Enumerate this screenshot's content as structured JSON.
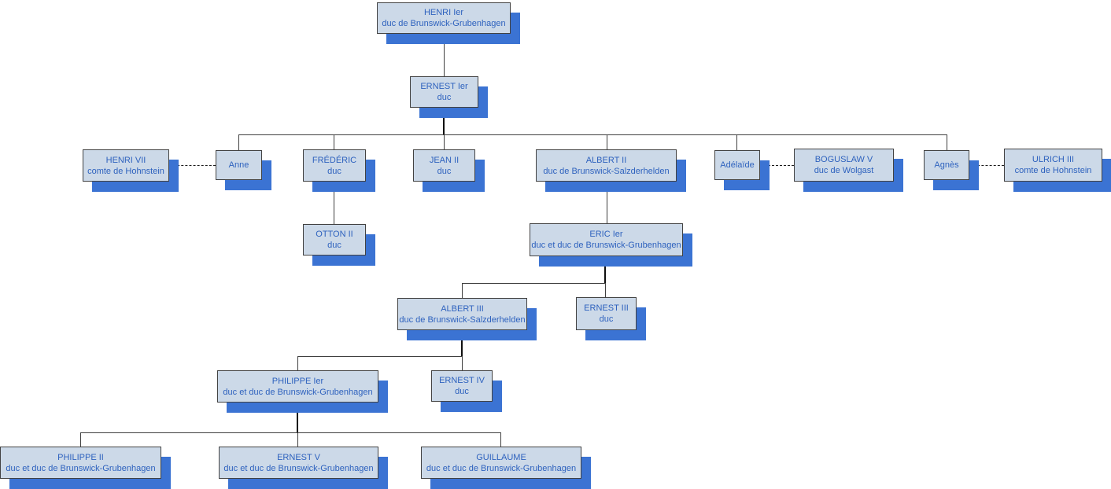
{
  "diagram": {
    "type": "family-tree",
    "subject": "Ducs de Brunswick-Grubenhagen",
    "colors": {
      "node_fill": "#ccd9e8",
      "node_border": "#424242",
      "node_shadow": "#3b73d3",
      "text": "#2e62be",
      "connector": "#3f3f3f",
      "background": "#ffffff"
    },
    "nodes": [
      {
        "name": "HENRI Ier",
        "title": "duc de Brunswick-Grubenhagen"
      },
      {
        "name": "ERNEST Ier",
        "title": "duc"
      },
      {
        "name": "HENRI VII",
        "title": "comte de Hohnstein"
      },
      {
        "name": "Anne",
        "title": ""
      },
      {
        "name": "FRÉDÉRIC",
        "title": "duc"
      },
      {
        "name": "JEAN II",
        "title": "duc"
      },
      {
        "name": "ALBERT II",
        "title": "duc de Brunswick-Salzderhelden"
      },
      {
        "name": "Adélaïde",
        "title": ""
      },
      {
        "name": "BOGUSLAW V",
        "title": "duc de Wolgast"
      },
      {
        "name": "Agnès",
        "title": ""
      },
      {
        "name": "ULRICH III",
        "title": "comte de Hohnstein"
      },
      {
        "name": "OTTON II",
        "title": "duc"
      },
      {
        "name": "ERIC Ier",
        "title": "duc et duc de Brunswick-Grubenhagen"
      },
      {
        "name": "ALBERT III",
        "title": "duc de Brunswick-Salzderhelden"
      },
      {
        "name": "ERNEST III",
        "title": "duc"
      },
      {
        "name": "PHILIPPE Ier",
        "title": "duc et duc de Brunswick-Grubenhagen"
      },
      {
        "name": "ERNEST IV",
        "title": "duc"
      },
      {
        "name": "PHILIPPE II",
        "title": "duc et duc de Brunswick-Grubenhagen"
      },
      {
        "name": "ERNEST V",
        "title": "duc et duc de Brunswick-Grubenhagen"
      },
      {
        "name": "GUILLAUME",
        "title": "duc et duc de Brunswick-Grubenhagen"
      }
    ],
    "relations": {
      "children": {
        "HENRI Ier": [
          "ERNEST Ier"
        ],
        "ERNEST Ier": [
          "Anne",
          "FRÉDÉRIC",
          "JEAN II",
          "ALBERT II",
          "Adélaïde",
          "Agnès"
        ],
        "FRÉDÉRIC": [
          "OTTON II"
        ],
        "ALBERT II": [
          "ERIC Ier"
        ],
        "ERIC Ier": [
          "ALBERT III",
          "ERNEST III"
        ],
        "ALBERT III": [
          "PHILIPPE Ier",
          "ERNEST IV"
        ],
        "PHILIPPE Ier": [
          "PHILIPPE II",
          "ERNEST V",
          "GUILLAUME"
        ]
      },
      "marriages": [
        [
          "HENRI VII",
          "Anne"
        ],
        [
          "Adélaïde",
          "BOGUSLAW V"
        ],
        [
          "Agnès",
          "ULRICH III"
        ]
      ]
    }
  }
}
